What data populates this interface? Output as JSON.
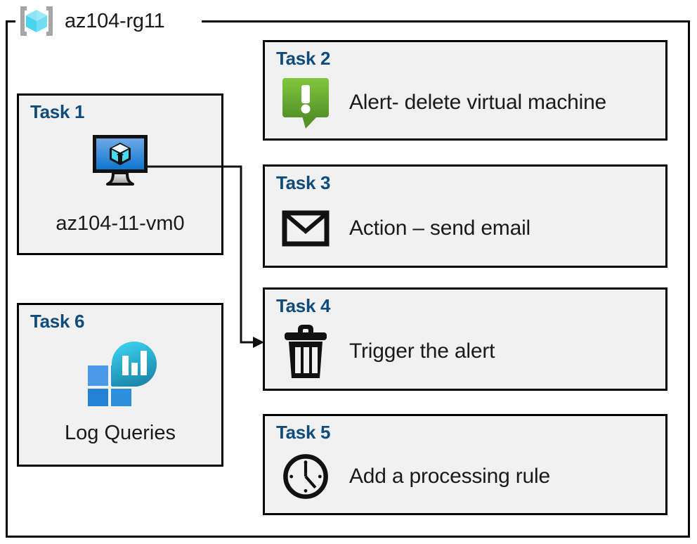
{
  "container": {
    "label": "az104-rg11",
    "icon": "resource-group-icon",
    "border_color": "#000000",
    "background": "#ffffff"
  },
  "theme": {
    "card_background": "#f1f1f1",
    "card_border": "#000000",
    "task_title_color": "#0f4c7c",
    "body_text_color": "#1a1a1a",
    "alert_green_light": "#7fc241",
    "alert_green_dark": "#5a9a2b",
    "vm_blue_light": "#62a0e2",
    "vm_blue_dark": "#0f76cf",
    "log_cyan": "#32cdea",
    "log_teal": "#1a8fb5",
    "log_square_light": "#4a9ae8",
    "log_square_dark": "#2482d4",
    "rg_cube_light": "#9ee8f7",
    "rg_cube_mid": "#4fd8f0",
    "rg_bracket": "#a6a6a6"
  },
  "tasks": [
    {
      "id": "task-1",
      "title": "Task 1",
      "caption": "az104-11-vm0",
      "icon": "virtual-machine-icon",
      "column": "left"
    },
    {
      "id": "task-2",
      "title": "Task 2",
      "label": "Alert- delete virtual machine",
      "icon": "alert-exclamation-icon",
      "column": "right"
    },
    {
      "id": "task-3",
      "title": "Task 3",
      "label": "Action – send email",
      "icon": "envelope-icon",
      "column": "right"
    },
    {
      "id": "task-4",
      "title": "Task 4",
      "label": "Trigger the alert",
      "icon": "trash-bin-icon",
      "column": "right"
    },
    {
      "id": "task-5",
      "title": "Task 5",
      "label": "Add a processing rule",
      "icon": "clock-icon",
      "column": "right"
    },
    {
      "id": "task-6",
      "title": "Task 6",
      "caption": "Log Queries",
      "icon": "log-analytics-icon",
      "column": "left"
    }
  ],
  "connections": [
    {
      "id": "vm-to-task4",
      "from": "task-1",
      "to": "task-4",
      "arrow": "end"
    }
  ]
}
